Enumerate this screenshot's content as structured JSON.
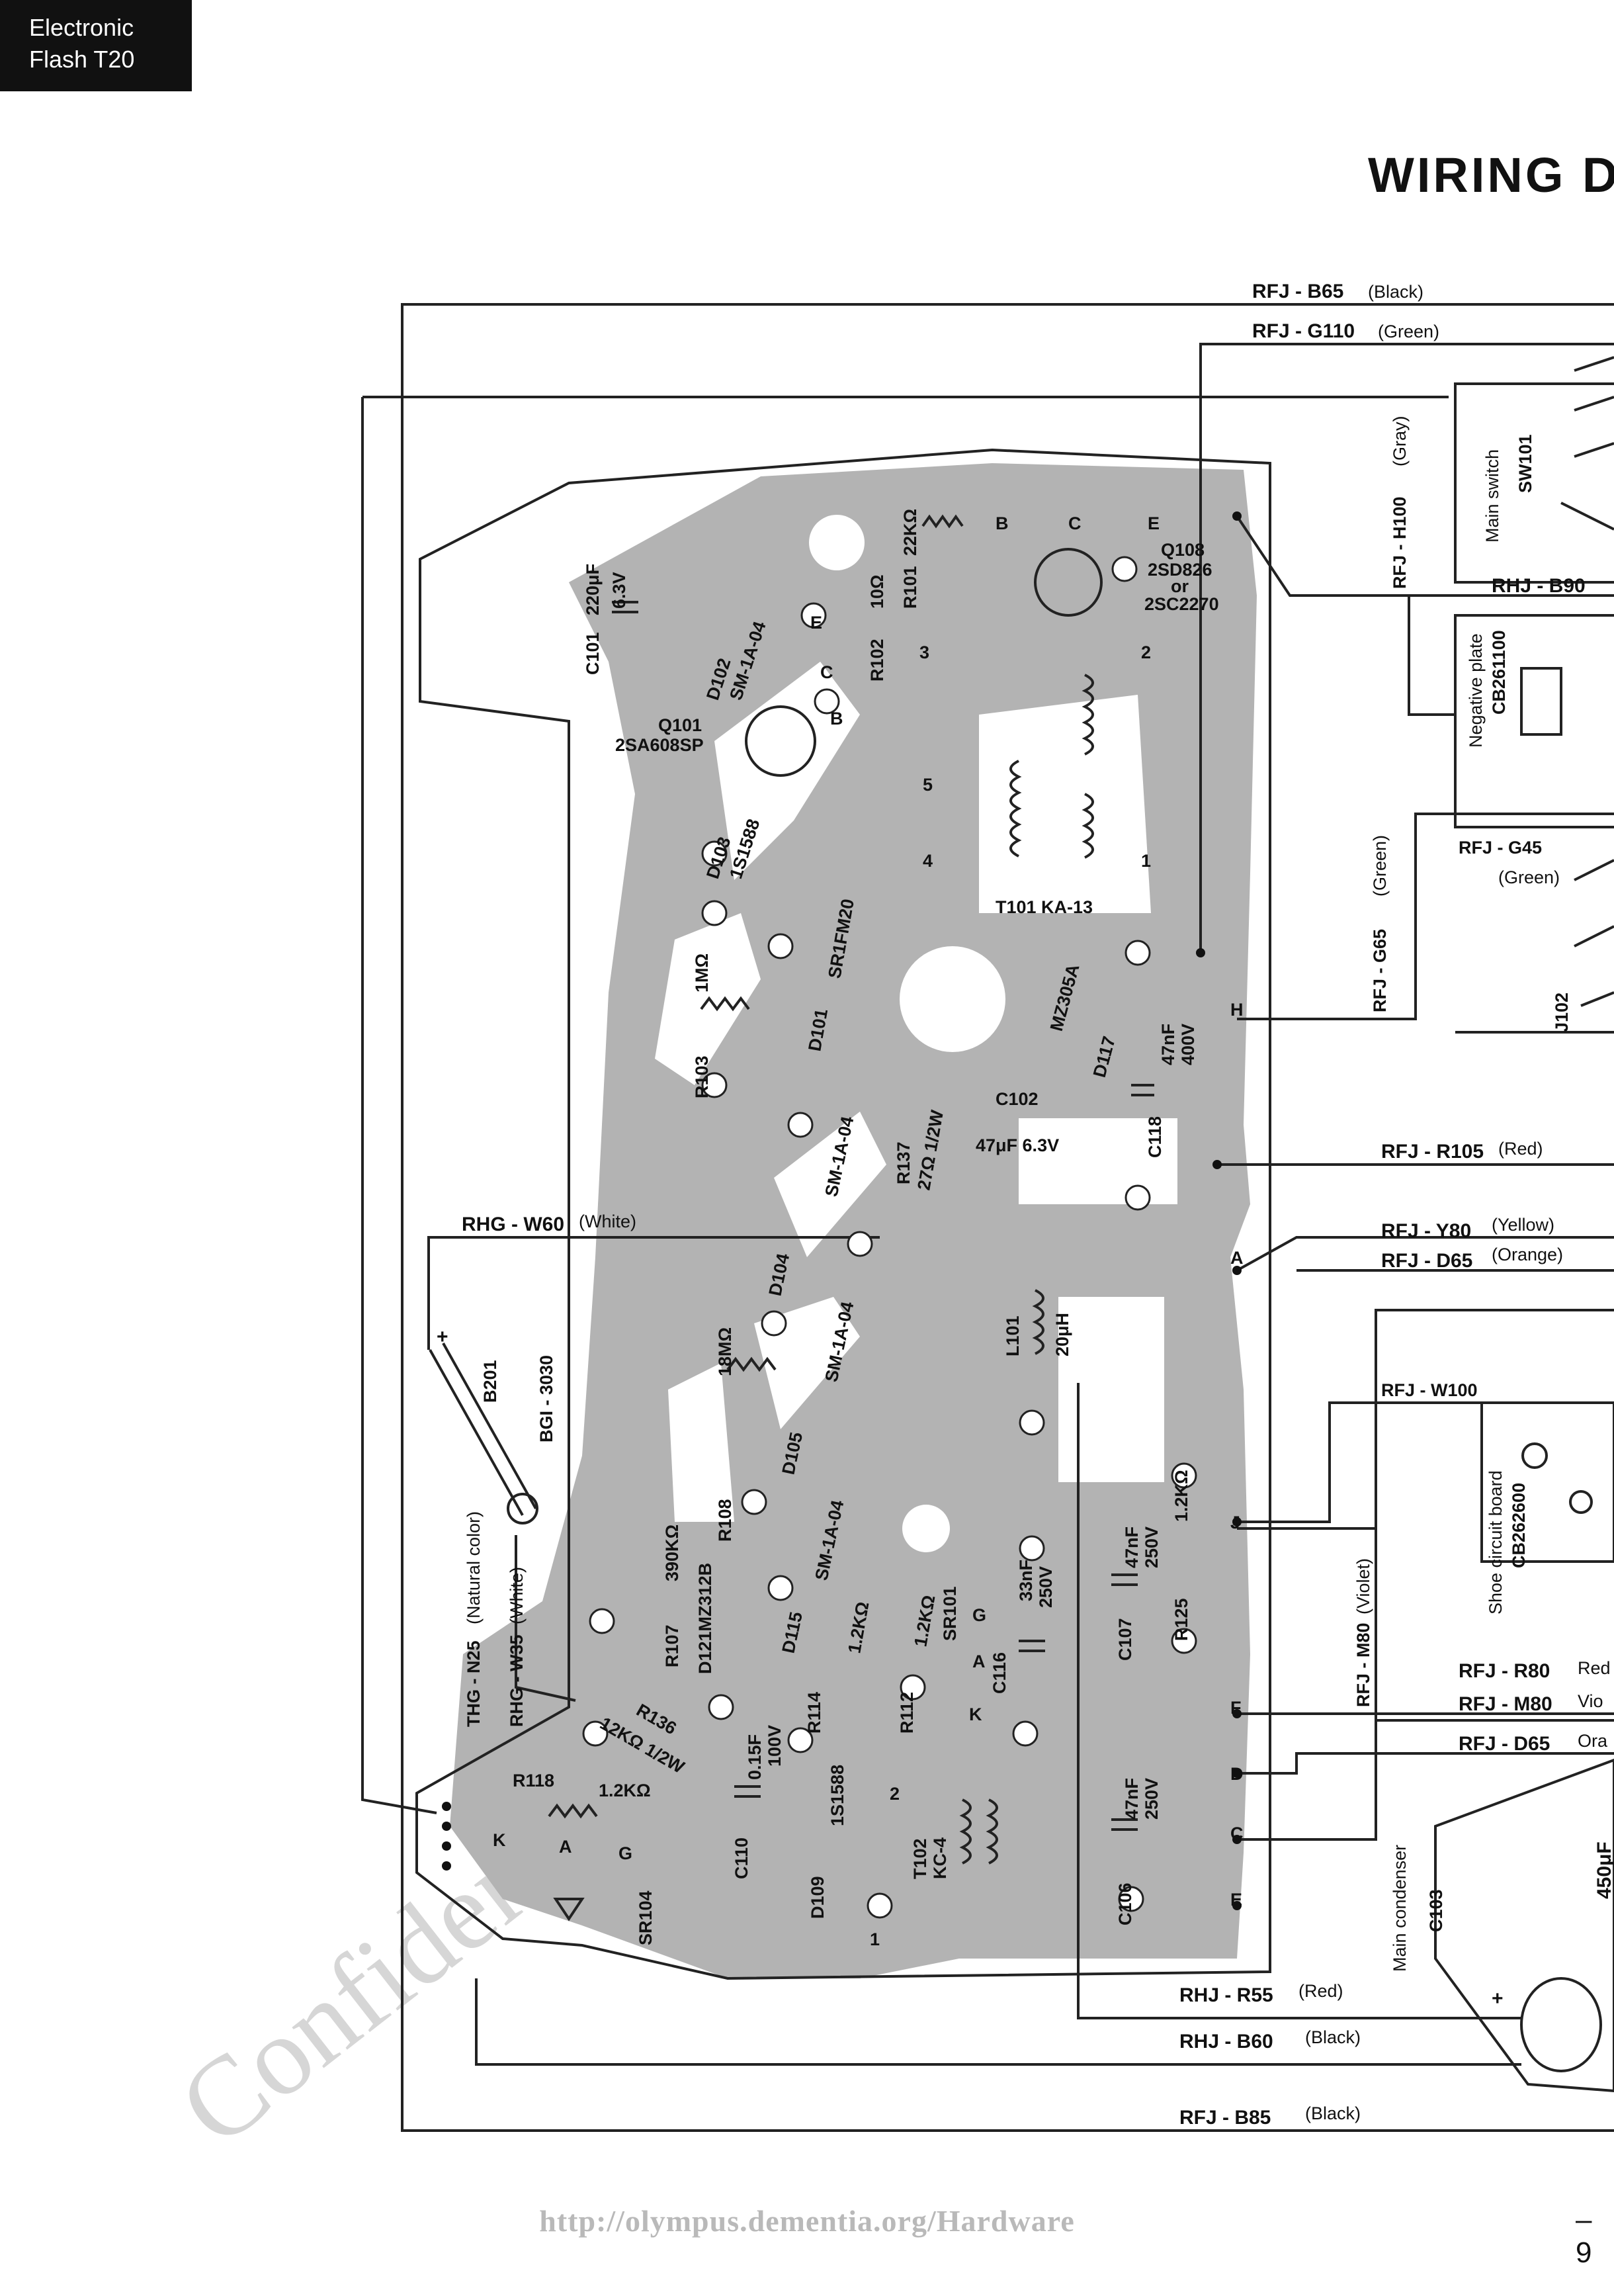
{
  "header": {
    "corner_line1": "Electronic",
    "corner_line2": "Flash T20",
    "title": "WIRING D"
  },
  "watermark": "Confidential - not for sale",
  "footer": {
    "url": "http://olympus.dementia.org/Hardware",
    "page": "– 9"
  },
  "wires": {
    "rfj_b65": "RFJ - B65",
    "rfj_b65_color": "(Black)",
    "rfj_g110": "RFJ - G110",
    "rfj_g110_color": "(Green)",
    "rfj_h100": "RFJ - H100",
    "rfj_h100_color": "(Gray)",
    "rhj_b90": "RHJ - B90",
    "rfj_g45": "RFJ - G45",
    "rfj_g45_color": "(Green)",
    "rfj_g65": "RFJ - G65",
    "rfj_g65_color": "(Green)",
    "rfj_r105": "RFJ - R105",
    "rfj_r105_color": "(Red)",
    "rfj_y80": "RFJ - Y80",
    "rfj_y80_color": "(Yellow)",
    "rfj_d65": "RFJ - D65",
    "rfj_d65_color": "(Orange)",
    "rfj_w100": "RFJ - W100",
    "rfj_m80": "RFJ - M80",
    "rfj_m80_color": "(Violet)",
    "rfj_r80_b": "RFJ - R80",
    "rfj_r80_b_color": "Red",
    "rfj_m80_b": "RFJ - M80",
    "rfj_m80_b_color": "Vio",
    "rfj_d65_b": "RFJ - D65",
    "rfj_d65_b_color": "Ora",
    "rhj_r55": "RHJ - R55",
    "rhj_r55_color": "(Red)",
    "rhj_b60": "RHJ - B60",
    "rhj_b60_color": "(Black)",
    "rfj_b85": "RFJ - B85",
    "rfj_b85_color": "(Black)",
    "rhg_w60": "RHG - W60",
    "rhg_w60_color": "(White)",
    "thg_n25": "THG - N25",
    "thg_n25_color": "(Natural color)",
    "rhg_w35": "RHG - W35",
    "rhg_w35_color": "(White)"
  },
  "parts": {
    "main_switch": "Main switch",
    "sw101": "SW101",
    "negative_plate": "Negative plate",
    "cb261100": "CB261100",
    "j102": "J102",
    "shoe_board": "Shoe circuit board",
    "cb262600": "CB262600",
    "main_condenser": "Main condenser",
    "c103": "C103",
    "cap_450": "450μF",
    "b201": "B201",
    "bgi3030": "BGI - 3030"
  },
  "components": {
    "c101": "C101",
    "c101_val": "220μF",
    "c101_v": "6.3V",
    "d102": "D102",
    "d102_val": "SM-1A-04",
    "q101": "Q101",
    "q101_val": "2SA608SP",
    "r101": "R101",
    "r101_val": "22KΩ",
    "r102": "R102",
    "r102_val": "10Ω",
    "q108": "Q108",
    "q108_val": "2SD826",
    "q108_or": "or",
    "q108_alt": "2SC2270",
    "d103": "D103",
    "d103_val": "1S1588",
    "t101": "T101  KA-13",
    "d101": "D101",
    "d101_val": "SR1FM20",
    "r103": "R103",
    "r103_val": "1MΩ",
    "d117": "D117",
    "d117_val": "MZ305A",
    "c118": "C118",
    "c118_val": "47nF",
    "c118_v": "400V",
    "c102": "C102",
    "c102_val": "47μF 6.3V",
    "r137": "R137",
    "r137_val": "27Ω 1/2W",
    "d104": "D104",
    "d104_val": "SM-1A-04",
    "l101": "L101",
    "l101_val": "20μH",
    "r108": "R108",
    "r108_val": "18MΩ",
    "d105": "D105",
    "d105_val": "SM-1A-04",
    "r107": "R107",
    "r107_val": "390KΩ",
    "d121": "D121MZ312B",
    "d115": "D115",
    "d115_val": "SM-1A-04",
    "r114": "R114",
    "r114_val": "1.2KΩ",
    "r112": "R112",
    "r112_val": "1.2KΩ",
    "sr101": "SR101",
    "c116": "C116",
    "c116_val": "33nF",
    "c116_v": "250V",
    "c107": "C107",
    "c107_val": "47nF",
    "c107_v": "250V",
    "r125": "R125",
    "r125_val": "1.2KΩ",
    "r136": "R136",
    "r136_val": "12KΩ 1/2W",
    "r118": "R118",
    "r118_val": "1.2KΩ",
    "c110": "C110",
    "c110_val": "0.15F",
    "c110_v": "100V",
    "d109": "D109",
    "d109_val": "1S1588",
    "t102": "T102",
    "t102_val": "KC-4",
    "c106": "C106",
    "c106_val": "47nF",
    "c106_v": "250V",
    "sr104": "SR104"
  },
  "pins": {
    "b": "B",
    "c": "C",
    "e": "E",
    "k": "K",
    "a": "A",
    "g": "G",
    "n1": "1",
    "n2": "2",
    "n3": "3",
    "n4": "4",
    "n5": "5",
    "h": "H",
    "a_term": "A",
    "j": "J",
    "f": "F",
    "d": "D",
    "c_term": "C",
    "e_term": "E",
    "plus": "+"
  }
}
